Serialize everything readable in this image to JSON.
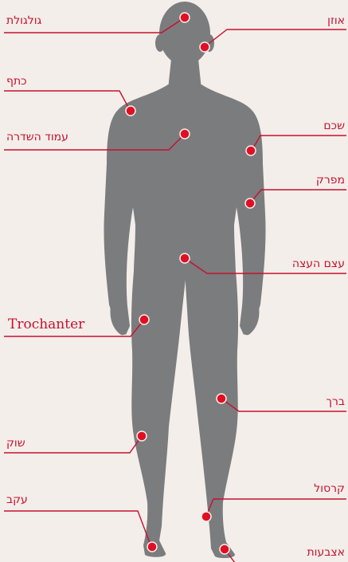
{
  "labels": {
    "skull": "גולגולת",
    "ear": "אוזן",
    "shoulder_blade": "כתף",
    "shoulder": "שכם",
    "spine": "עמוד השדרה",
    "elbow": "מפרק",
    "pelvis": "עצם העצה",
    "trochanter": "Trochanter",
    "knee": "ברך",
    "shin": "שוק",
    "ankle": "קרסול",
    "heel": "עקב",
    "toes": "אצבעות"
  },
  "colors": {
    "background": "#f3eeea",
    "body": "#7b7c7e",
    "accent": "#c8102e",
    "marker": "#e10f24"
  }
}
